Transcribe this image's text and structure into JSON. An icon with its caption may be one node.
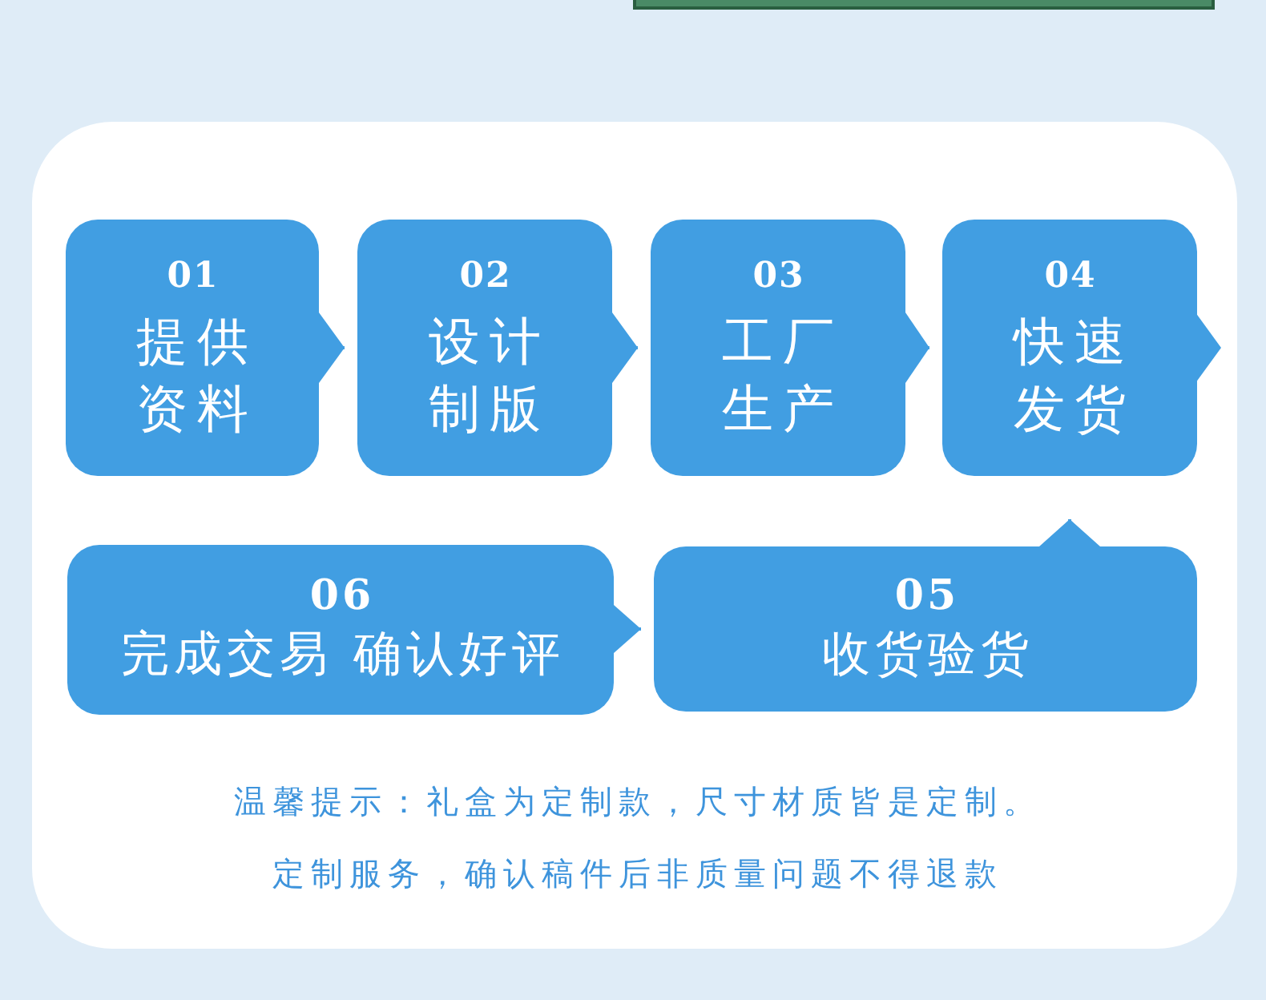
{
  "diagram": {
    "nodes": [
      {
        "text": [
          "01",
          "提供资料"
        ]
      },
      {
        "text": [
          "02",
          "设计制版"
        ]
      },
      {
        "text": [
          "03",
          "工厂生产"
        ]
      },
      {
        "text": [
          "04",
          "快速发货"
        ]
      },
      {
        "text": [
          "06",
          "完成交易 确认好评"
        ]
      },
      {
        "text": [
          "05",
          "收货验货"
        ]
      }
    ],
    "edges": [
      {
        "from": 0,
        "to": 1,
        "arrow": "to"
      },
      {
        "from": 1,
        "to": 2,
        "arrow": "to"
      },
      {
        "from": 2,
        "to": 3,
        "arrow": "to"
      },
      {
        "from": 3,
        "to": null,
        "arrow": "to"
      },
      {
        "from": 4,
        "to": 5,
        "arrow": "to"
      },
      {
        "from": 5,
        "to": 3,
        "arrow": "to"
      }
    ],
    "labels": [
      "温馨提示：礼盒为定制款，尺寸材质皆是定制。",
      "定制服务，确认稿件后非质量问题不得退款"
    ]
  }
}
